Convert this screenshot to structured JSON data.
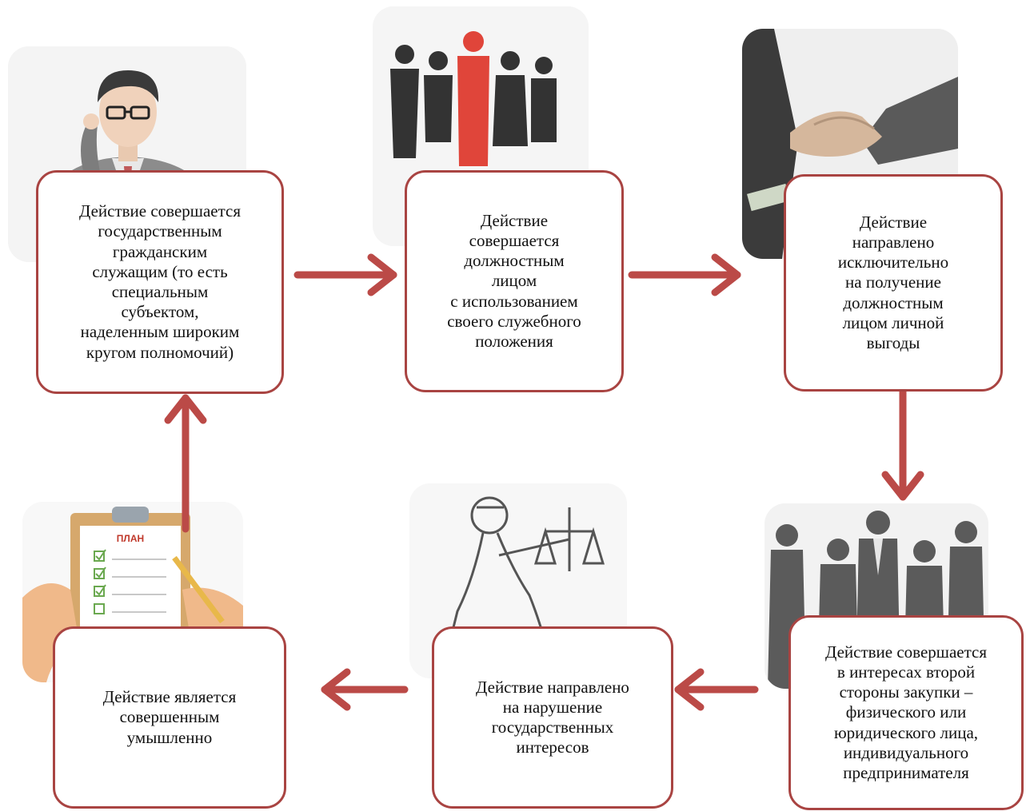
{
  "colors": {
    "border": "#a94442",
    "arrow": "#bb4a47",
    "text": "#111111"
  },
  "boxes": {
    "civil_servant": "Действие совершается\nгосударственным\nгражданским\nслужащим (то есть\nспециальным\nсубъектом,\nнаделенным широким\nкругом полномочий)",
    "official_position": "Действие\nсовершается\nдолжностным\nлицом\nс использованием\nсвоего служебного\nположения",
    "personal_benefit": "Действие\nнаправлено\nисключительно\nна получение\nдолжностным\nлицом личной\nвыгоды",
    "second_party": "Действие совершается\nв интересах второй\nстороны закупки –\nфизического или\nюридического лица,\nиндивидуального\nпредпринимателя",
    "state_interests": "Действие направлено\nна нарушение\nгосударственных\nинтересов",
    "intentional": "Действие является\nсовершенным\nумышленно"
  },
  "illustrations": {
    "official": "thinking-official-icon",
    "group": "people-group-icon",
    "handshake": "handshake-bribe-icon",
    "business": "business-group-icon",
    "justice": "lady-justice-icon",
    "plan": {
      "icon": "clipboard-plan-icon",
      "label": "ПЛАН",
      "tasks_checked": 3,
      "tasks_total": 4
    }
  }
}
